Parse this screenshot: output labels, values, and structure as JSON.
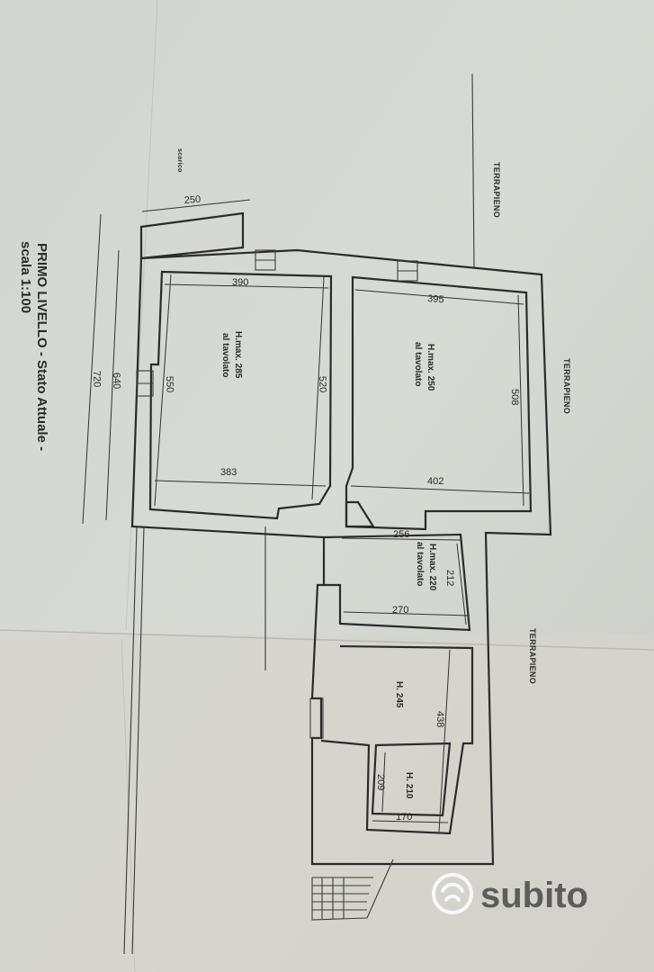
{
  "title": {
    "line1": "PRIMO LIVELLO  - Stato Attuale -",
    "line2": "scala 1:100"
  },
  "annotations": {
    "scarico": "scarico",
    "terrapieno_top": "TERRAPIENO",
    "terrapieno_mid": "TERRAPIENO",
    "terrapieno_low": "TERRAPIENO"
  },
  "rooms": {
    "room_left": {
      "height": "H.max. 285",
      "note": "al tavolato"
    },
    "room_right": {
      "height": "H.max. 250",
      "note": "al tavolato"
    },
    "room_mid": {
      "height": "H.max. 220",
      "note": "al tavolato"
    },
    "room_low": {
      "height": "H. 245"
    },
    "room_alcove": {
      "height": "H. 210"
    }
  },
  "dimensions": {
    "d250": "250",
    "d390": "390",
    "d395": "395",
    "d720": "720",
    "d640": "640",
    "d550": "550",
    "d520": "520",
    "d508": "508",
    "d383": "383",
    "d402": "402",
    "d256": "256",
    "d212": "212",
    "d270": "270",
    "d438": "438",
    "d209": "209",
    "d170": "170"
  },
  "watermark": {
    "brand": "subito",
    "brand_color": "#ffffff"
  }
}
